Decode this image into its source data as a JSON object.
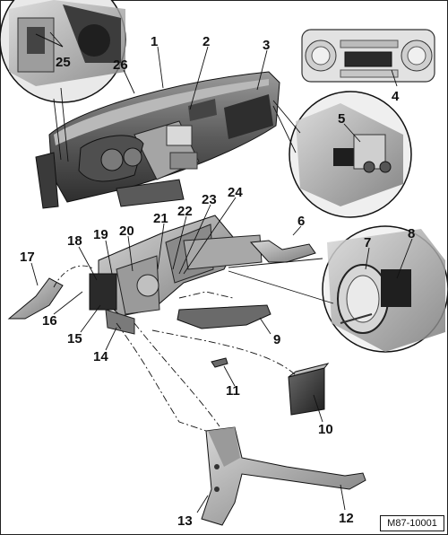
{
  "diagram": {
    "reference_code": "M87-10001",
    "callouts": [
      "1",
      "2",
      "3",
      "4",
      "5",
      "6",
      "7",
      "8",
      "9",
      "10",
      "11",
      "12",
      "13",
      "14",
      "15",
      "16",
      "17",
      "18",
      "19",
      "20",
      "21",
      "22",
      "23",
      "24",
      "25",
      "26"
    ]
  }
}
